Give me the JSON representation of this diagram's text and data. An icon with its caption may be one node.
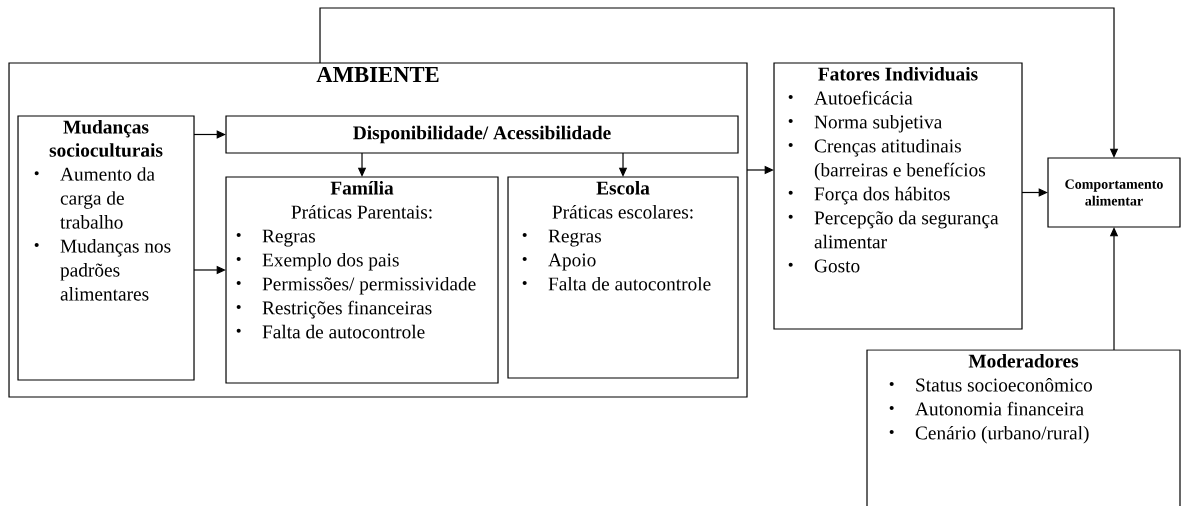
{
  "diagram": {
    "nodes": [
      {
        "text": [
          "AMBIENTE"
        ]
      },
      {
        "text": [
          "Mudanças socioculturais",
          "Aumento da carga de trabalho",
          "Mudanças nos padrões alimentares"
        ],
        "in": 0
      },
      {
        "text": [
          "Disponibilidade/ Acessibilidade"
        ],
        "in": 0
      },
      {
        "text": [
          "Família",
          "Práticas Parentais:",
          "Regras",
          "Exemplo dos pais",
          "Permissões/ permissividade",
          "Restrições financeiras",
          "Falta de autocontrole"
        ],
        "in": 0
      },
      {
        "text": [
          "Escola",
          "Práticas escolares:",
          "Regras",
          "Apoio",
          "Falta de autocontrole"
        ],
        "in": 0
      },
      {
        "text": [
          "Fatores Individuais",
          "Autoeficácia",
          "Norma subjetiva",
          "Crenças atitudinais (barreiras e benefícios",
          "Força dos hábitos",
          "Percepção da segurança alimentar",
          "Gosto"
        ]
      },
      {
        "text": [
          "Comportamento alimentar"
        ]
      },
      {
        "text": [
          "Moderadores",
          "Status socioeconômico",
          "Autonomia financeira",
          "Cenário (urbano/rural)"
        ]
      }
    ],
    "edges": [
      {
        "from": 1,
        "to": 2,
        "arrow": "to"
      },
      {
        "from": 1,
        "to": 3,
        "arrow": "to"
      },
      {
        "from": 2,
        "to": 3,
        "arrow": "to"
      },
      {
        "from": 2,
        "to": 4,
        "arrow": "to"
      },
      {
        "from": 0,
        "to": 5,
        "arrow": "to"
      },
      {
        "from": 5,
        "to": 6,
        "arrow": "to"
      },
      {
        "from": 7,
        "to": 6,
        "arrow": "to"
      },
      {
        "from": 0,
        "to": 6,
        "arrow": "to"
      }
    ]
  }
}
